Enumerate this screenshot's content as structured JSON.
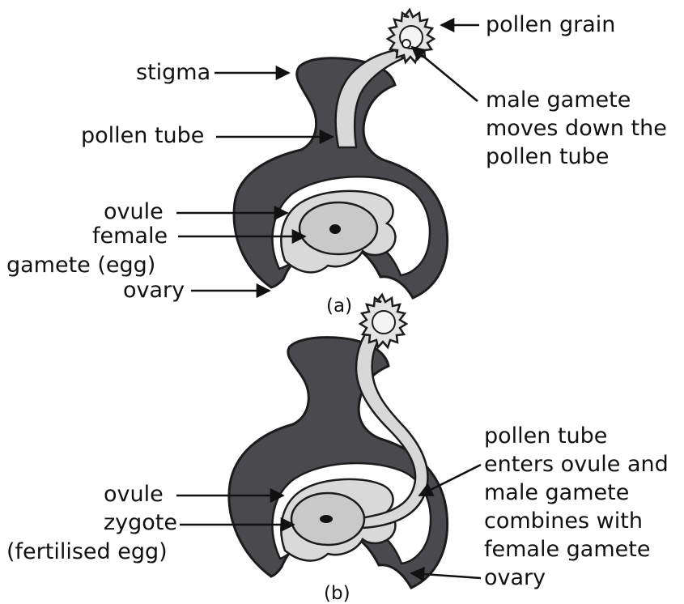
{
  "colors": {
    "ovary_wall": "#4a4a4e",
    "tissue": "#d9d9d9",
    "ink": "#111111"
  },
  "diagram_a": {
    "caption": "(a)",
    "labels": {
      "pollen_grain": "pollen grain",
      "stigma": "stigma",
      "male_gamete_l1": "male gamete",
      "male_gamete_l2": "moves down the",
      "male_gamete_l3": "pollen tube",
      "pollen_tube": "pollen tube",
      "ovule": "ovule",
      "female_l1": "female",
      "female_l2": "gamete (egg)",
      "ovary": "ovary"
    }
  },
  "diagram_b": {
    "caption": "(b)",
    "labels": {
      "pollen_tube_enters_l1": "pollen tube",
      "pollen_tube_enters_l2": "enters ovule and",
      "pollen_tube_enters_l3": "male gamete",
      "pollen_tube_enters_l4": "combines with",
      "pollen_tube_enters_l5": "female gamete",
      "ovule": "ovule",
      "zygote_l1": "zygote",
      "zygote_l2": "(fertilised egg)",
      "ovary": "ovary"
    }
  }
}
